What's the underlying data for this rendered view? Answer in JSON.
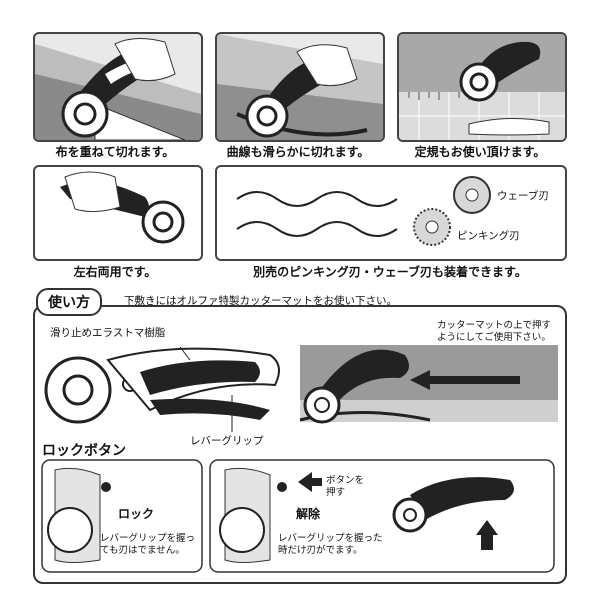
{
  "top_captions": {
    "layer_cut": "布を重ねて切れます。",
    "curve_cut": "曲線も滑らかに切れます。",
    "ruler_use": "定規もお使い頂けます。",
    "both_hands": "左右両用です。",
    "blades": "別売のピンキング刃・ウェーブ刃も装着できます。"
  },
  "blade_labels": {
    "wave": "ウェーブ刃",
    "pinking": "ピンキング刃"
  },
  "usage": {
    "title": "使い方",
    "note": "下敷きにはオルファ特製カッターマットをお使い下さい。",
    "elastomer": "滑り止めエラストマ樹脂",
    "lever_grip": "レバーグリップ",
    "lock_button": "ロックボタン",
    "mat_instruction": "カッターマットの上で押すようにしてご使用下さい。"
  },
  "lock_panel": {
    "lock": "ロック",
    "desc": "レバーグリップを握っても刃はでません。"
  },
  "release_panel": {
    "push_button": "ボタンを押す",
    "release": "解除",
    "desc": "レバーグリップを握った時だけ刃がでます。"
  }
}
